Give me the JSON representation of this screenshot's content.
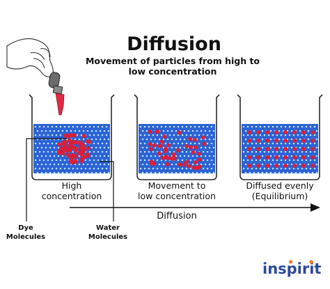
{
  "title": "Diffusion",
  "subtitle_lines": [
    "Movement of particles from high to",
    "low concentration"
  ],
  "beakers": [
    {
      "caption_lines": [
        "High",
        "concentration"
      ]
    },
    {
      "caption_lines": [
        "Movement to",
        "low concentration"
      ]
    },
    {
      "caption_lines": [
        "Diffused evenly",
        "(Equilibrium)"
      ]
    }
  ],
  "arrow_label": "Diffusion",
  "labels": {
    "dye_lines": [
      "Dye",
      "Molecules"
    ],
    "water_lines": [
      "Water",
      "Molecules"
    ]
  },
  "brand": "inspirit",
  "colors": {
    "water": "#2c62d4",
    "water_dot": "#b8e2ff",
    "dye": "#d8203a",
    "brand": "#2b4a9a",
    "brand_dot": "#ff7a1a"
  }
}
